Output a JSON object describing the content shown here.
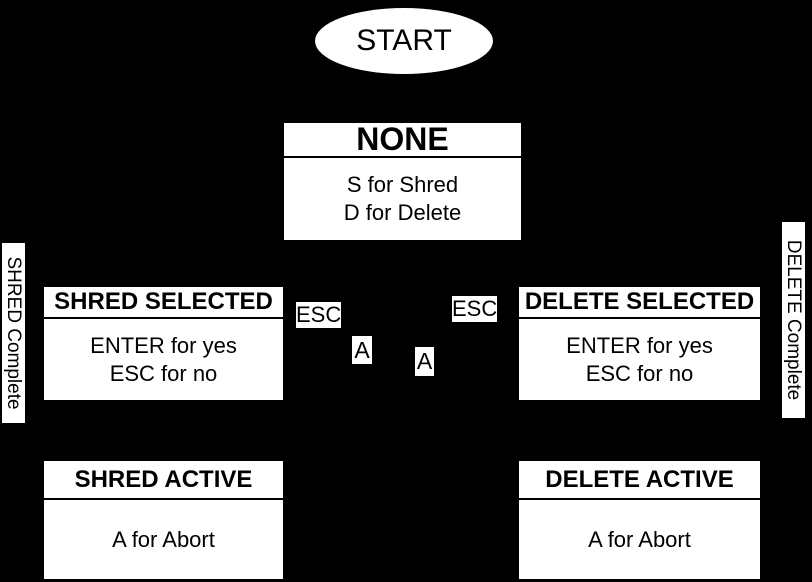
{
  "colors": {
    "background": "#000000",
    "node_fill": "#ffffff",
    "node_text": "#000000"
  },
  "diagram": {
    "type": "state-machine",
    "start": {
      "label": "START"
    },
    "states": [
      {
        "title": "NONE",
        "body": [
          "S for Shred",
          "D for Delete"
        ]
      },
      {
        "title": "SHRED SELECTED",
        "body": [
          "ENTER for yes",
          "ESC for no"
        ]
      },
      {
        "title": "DELETE SELECTED",
        "body": [
          "ENTER for yes",
          "ESC for no"
        ]
      },
      {
        "title": "SHRED ACTIVE",
        "body": [
          "A for Abort"
        ]
      },
      {
        "title": "DELETE ACTIVE",
        "body": [
          "A for Abort"
        ]
      }
    ],
    "edge_labels": {
      "esc_left": "ESC",
      "esc_right": "ESC",
      "a_left": "A",
      "a_right": "A",
      "shred_complete": "SHRED Complete",
      "delete_complete": "DELETE Complete"
    }
  }
}
